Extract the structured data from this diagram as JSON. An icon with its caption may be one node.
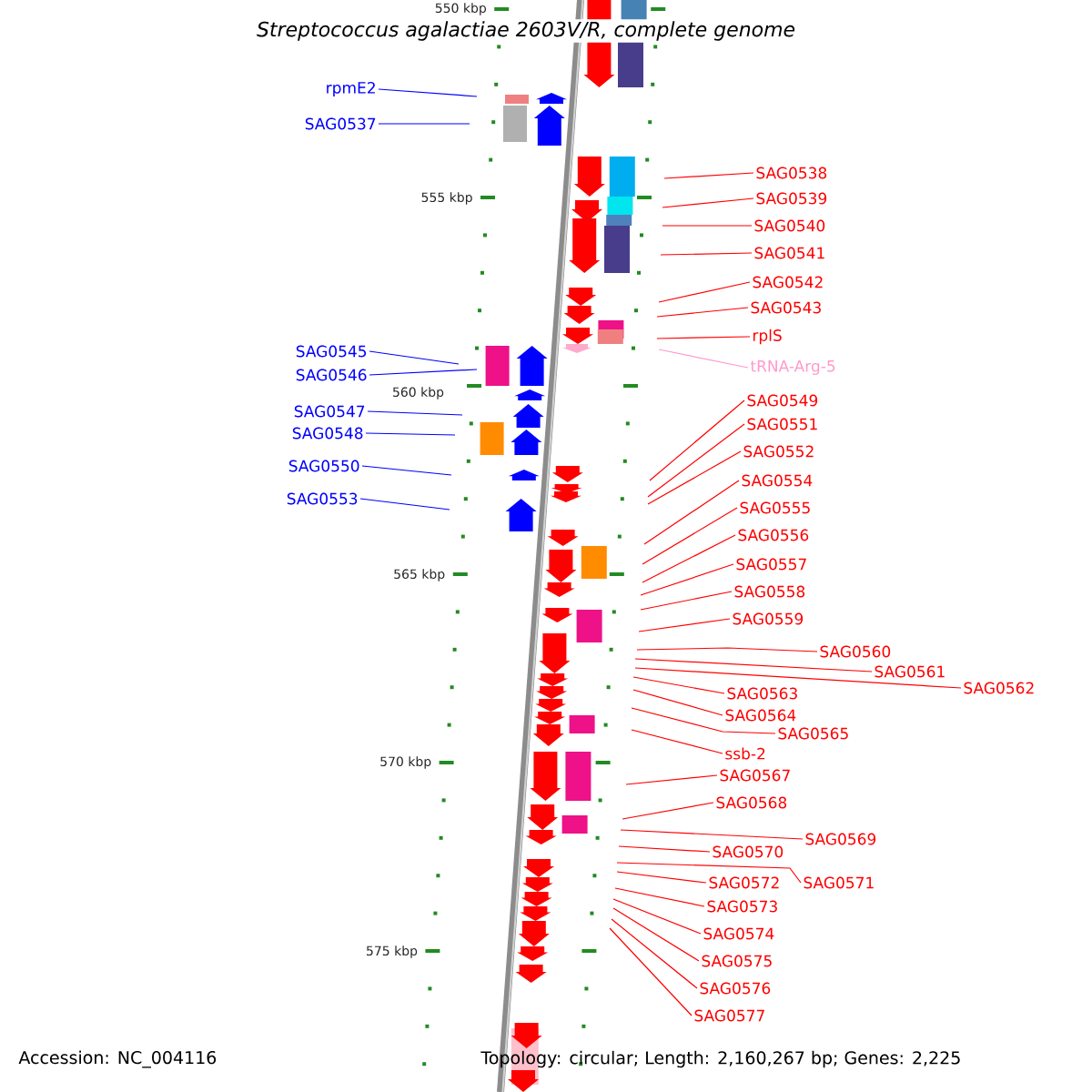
{
  "diagram": {
    "title": "Streptococcus agalactiae 2603V/R, complete genome",
    "nodes": [
      {
        "text": [
          "rpmE2"
        ]
      },
      {
        "text": [
          "SAG0537"
        ]
      },
      {
        "text": [
          "SAG0538"
        ]
      },
      {
        "text": [
          "SAG0539"
        ]
      },
      {
        "text": [
          "SAG0540"
        ]
      },
      {
        "text": [
          "SAG0541"
        ]
      },
      {
        "text": [
          "SAG0542"
        ]
      },
      {
        "text": [
          "SAG0543"
        ]
      },
      {
        "text": [
          "rplS"
        ]
      },
      {
        "text": [
          "SAG0545"
        ]
      },
      {
        "text": [
          "tRNA-Arg-5"
        ]
      },
      {
        "text": [
          "SAG0546"
        ]
      },
      {
        "text": [
          "SAG0549"
        ]
      },
      {
        "text": [
          "SAG0547"
        ]
      },
      {
        "text": [
          "SAG0551"
        ]
      },
      {
        "text": [
          "SAG0548"
        ]
      },
      {
        "text": [
          "SAG0552"
        ]
      },
      {
        "text": [
          "SAG0550"
        ]
      },
      {
        "text": [
          "SAG0554"
        ]
      },
      {
        "text": [
          "SAG0553"
        ]
      },
      {
        "text": [
          "SAG0555"
        ]
      },
      {
        "text": [
          "SAG0556"
        ]
      },
      {
        "text": [
          "SAG0557"
        ]
      },
      {
        "text": [
          "SAG0558"
        ]
      },
      {
        "text": [
          "SAG0559"
        ]
      },
      {
        "text": [
          "SAG0560"
        ]
      },
      {
        "text": [
          "SAG0561"
        ]
      },
      {
        "text": [
          "SAG0563"
        ]
      },
      {
        "text": [
          "SAG0562"
        ]
      },
      {
        "text": [
          "SAG0564"
        ]
      },
      {
        "text": [
          "SAG0565"
        ]
      },
      {
        "text": [
          "ssb-2"
        ]
      },
      {
        "text": [
          "SAG0567"
        ]
      },
      {
        "text": [
          "SAG0568"
        ]
      },
      {
        "text": [
          "SAG0569"
        ]
      },
      {
        "text": [
          "SAG0570"
        ]
      },
      {
        "text": [
          "SAG0572"
        ]
      },
      {
        "text": [
          "SAG0571"
        ]
      },
      {
        "text": [
          "SAG0573"
        ]
      },
      {
        "text": [
          "SAG0574"
        ]
      },
      {
        "text": [
          "SAG0575"
        ]
      },
      {
        "text": [
          "SAG0576"
        ]
      },
      {
        "text": [
          "SAG0577"
        ]
      }
    ],
    "edges": [
      {
        "from": 0,
        "to": null,
        "arrow": "none",
        "color": "#0000ff"
      },
      {
        "from": 1,
        "to": null,
        "arrow": "none",
        "color": "#0000ff"
      },
      {
        "from": 2,
        "to": null,
        "arrow": "none"
      },
      {
        "from": 3,
        "to": null,
        "arrow": "none"
      },
      {
        "from": 4,
        "to": null,
        "arrow": "none"
      },
      {
        "from": 5,
        "to": null,
        "arrow": "none"
      },
      {
        "from": 6,
        "to": null,
        "arrow": "none"
      },
      {
        "from": 7,
        "to": null,
        "arrow": "none"
      },
      {
        "from": 8,
        "to": null,
        "arrow": "none"
      },
      {
        "from": 9,
        "to": null,
        "arrow": "none",
        "color": "#0000ff"
      },
      {
        "from": 10,
        "to": null,
        "arrow": "none",
        "color": "#ff99cc"
      },
      {
        "from": 11,
        "to": null,
        "arrow": "none",
        "color": "#0000ff"
      },
      {
        "from": 12,
        "to": null,
        "arrow": "none"
      },
      {
        "from": 13,
        "to": null,
        "arrow": "none",
        "color": "#0000ff"
      },
      {
        "from": 14,
        "to": null,
        "arrow": "none"
      },
      {
        "from": 15,
        "to": null,
        "arrow": "none",
        "color": "#0000ff"
      },
      {
        "from": 16,
        "to": null,
        "arrow": "none"
      },
      {
        "from": 17,
        "to": null,
        "arrow": "none",
        "color": "#0000ff"
      },
      {
        "from": 18,
        "to": null,
        "arrow": "none"
      },
      {
        "from": 19,
        "to": null,
        "arrow": "none",
        "color": "#0000ff"
      },
      {
        "from": 20,
        "to": null,
        "arrow": "none"
      },
      {
        "from": 21,
        "to": null,
        "arrow": "none"
      },
      {
        "from": 22,
        "to": null,
        "arrow": "none"
      },
      {
        "from": 23,
        "to": null,
        "arrow": "none"
      },
      {
        "from": 24,
        "to": null,
        "arrow": "none"
      },
      {
        "from": 25,
        "to": null,
        "arrow": "none"
      },
      {
        "from": 26,
        "to": null,
        "arrow": "none"
      },
      {
        "from": 27,
        "to": null,
        "arrow": "none"
      },
      {
        "from": 28,
        "to": null,
        "arrow": "none"
      },
      {
        "from": 29,
        "to": null,
        "arrow": "none"
      },
      {
        "from": 30,
        "to": null,
        "arrow": "none"
      },
      {
        "from": 31,
        "to": null,
        "arrow": "none"
      },
      {
        "from": 32,
        "to": null,
        "arrow": "none"
      },
      {
        "from": 33,
        "to": null,
        "arrow": "none"
      },
      {
        "from": 34,
        "to": null,
        "arrow": "none"
      },
      {
        "from": 35,
        "to": null,
        "arrow": "none"
      },
      {
        "from": 36,
        "to": null,
        "arrow": "none"
      },
      {
        "from": 37,
        "to": null,
        "arrow": "none"
      },
      {
        "from": 38,
        "to": null,
        "arrow": "none"
      },
      {
        "from": 39,
        "to": null,
        "arrow": "none"
      },
      {
        "from": 40,
        "to": null,
        "arrow": "none"
      },
      {
        "from": 41,
        "to": null,
        "arrow": "none"
      },
      {
        "from": 42,
        "to": null,
        "arrow": "none"
      }
    ],
    "labels": [
      "550 kbp",
      "555 kbp",
      "560 kbp",
      "565 kbp",
      "570 kbp",
      "575 kbp",
      "Accession: NC_004116",
      "Topology: circular; Length: 2,160,267 bp; Genes: 2,225"
    ]
  }
}
